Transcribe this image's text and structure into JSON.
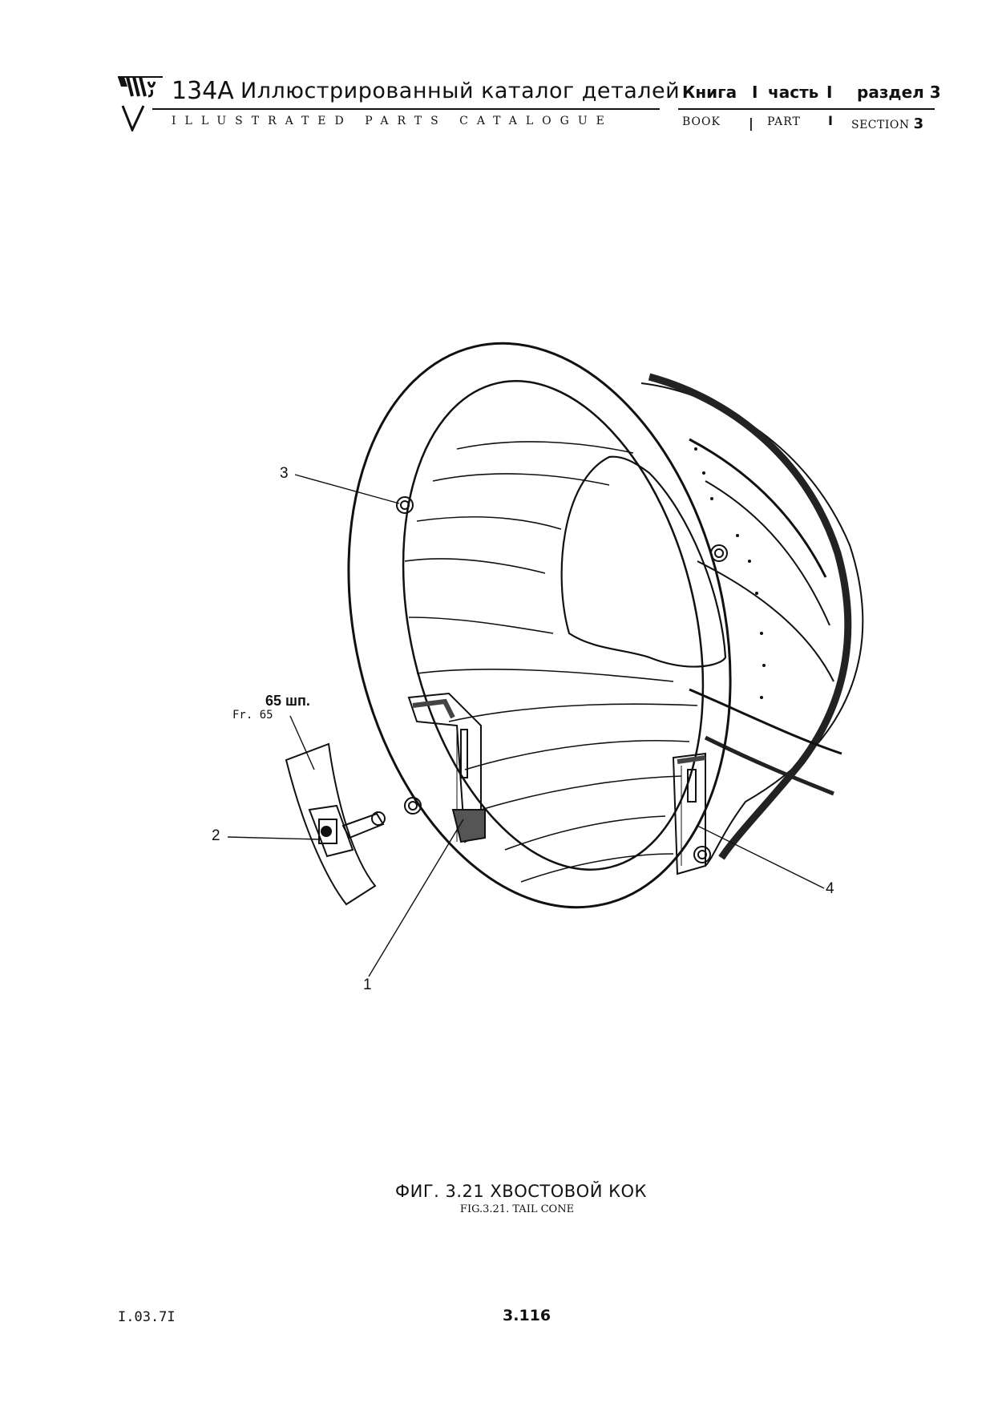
{
  "header": {
    "model": "134A",
    "title_ru": "Иллюстрированный каталог деталей",
    "title_en": "ILLUSTRATED PARTS CATALOGUE",
    "book_ru": "Книга",
    "part_ru": "часть",
    "section_ru": "раздел 3",
    "book_en": "BOOK",
    "part_en": "PART",
    "section_en": "SECTION",
    "section_num": "3",
    "separator": "I",
    "separator2": "|"
  },
  "figure": {
    "callouts": [
      "1",
      "2",
      "3",
      "4"
    ],
    "frame_ru": "65 шп.",
    "frame_en": "Fr. 65"
  },
  "caption": {
    "ru": "ФИГ. 3.21 ХВОСТОВОЙ КОК",
    "en": "FIG.3.21. TAIL CONE"
  },
  "footer": {
    "date": "I.03.7I",
    "page": "3.116"
  }
}
